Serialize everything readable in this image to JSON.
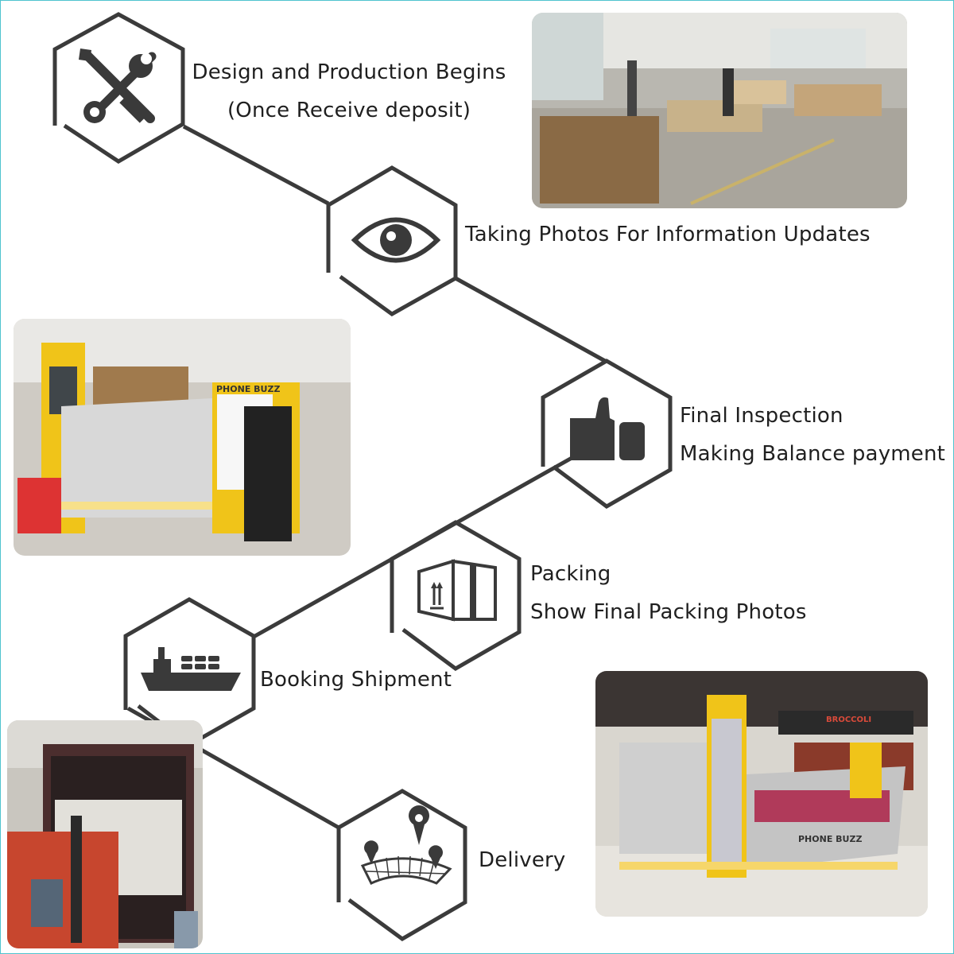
{
  "steps": [
    {
      "icon": "tools-icon",
      "lines": [
        "Design and Production Begins",
        "(Once Receive deposit)"
      ]
    },
    {
      "icon": "eye-icon",
      "lines": [
        "Taking Photos For Information Updates"
      ]
    },
    {
      "icon": "thumbs-up-icon",
      "lines": [
        "Final Inspection",
        "Making Balance payment"
      ]
    },
    {
      "icon": "box-icon",
      "lines": [
        "Packing",
        "Show Final Packing Photos"
      ]
    },
    {
      "icon": "cargo-ship-icon",
      "lines": [
        "Booking Shipment"
      ]
    },
    {
      "icon": "map-pin-icon",
      "lines": [
        "Delivery"
      ]
    }
  ],
  "photos": {
    "kiosk_build": {
      "brand": "PHONE BUZZ"
    },
    "mall_kiosk": {
      "brand": "PHONE BUZZ",
      "store_sign": "BROCCOLI"
    }
  },
  "colors": {
    "hex_stroke": "#3b3b3b",
    "icon_fill": "#3a3a3a",
    "kiosk_yellow": "#f0c419",
    "frame": "#4fc3cf"
  }
}
